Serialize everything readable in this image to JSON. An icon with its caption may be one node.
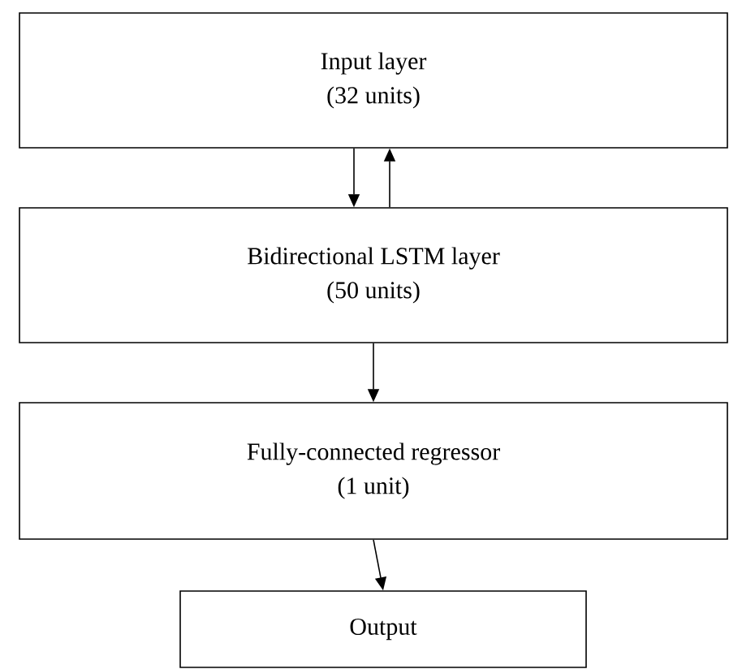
{
  "diagram": {
    "nodes": [
      {
        "text": [
          "Input layer",
          "(32 units)"
        ]
      },
      {
        "text": [
          "Bidirectional LSTM layer",
          "(50 units)"
        ]
      },
      {
        "text": [
          "Fully-connected regressor",
          "(1 unit)"
        ]
      },
      {
        "text": [
          "Output"
        ]
      }
    ],
    "edges": [
      {
        "from": 0,
        "to": 1,
        "arrow": "to"
      },
      {
        "from": 1,
        "to": 0,
        "arrow": "to"
      },
      {
        "from": 1,
        "to": 2,
        "arrow": "to"
      },
      {
        "from": 2,
        "to": 3,
        "arrow": "to"
      }
    ]
  }
}
